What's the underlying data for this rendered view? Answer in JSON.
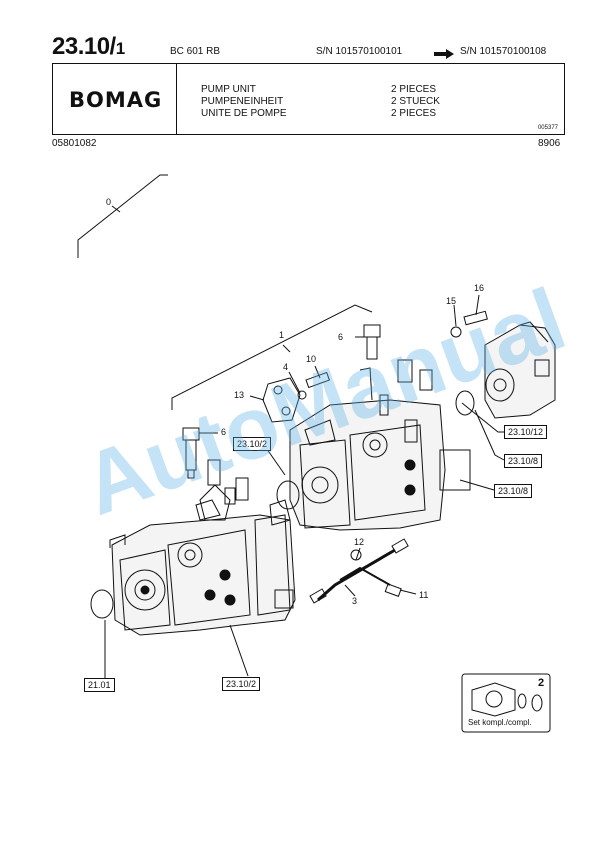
{
  "header": {
    "page_main": "23.10/",
    "page_sub": "1",
    "model": "BC 601 RB",
    "sn_from": "S/N 101570100101",
    "sn_to": "S/N 101570100108",
    "doc_number": "05801082",
    "date_code": "8906"
  },
  "title_box": {
    "logo": "BOMAG",
    "desc_en": "PUMP UNIT",
    "desc_de": "PUMPENEINHEIT",
    "desc_fr": "UNITE DE POMPE",
    "qty_en": "2 PIECES",
    "qty_de": "2 STUECK",
    "qty_fr": "2 PIECES",
    "image_code": "005377"
  },
  "callouts": {
    "c0": "0",
    "c1": "1",
    "c2": "2",
    "c3": "3",
    "c4": "4",
    "c6a": "6",
    "c6b": "6",
    "c10": "10",
    "c11": "11",
    "c12": "12",
    "c13": "13",
    "c15": "15",
    "c16": "16"
  },
  "references": {
    "r1": "23.10/12",
    "r2": "23.10/8",
    "r3": "23.10/8",
    "r4": "23.10/2",
    "r5": "21.01",
    "r6": "23.10/2"
  },
  "kit_label": "Set kompl./compl.",
  "watermark": "AutoManual"
}
